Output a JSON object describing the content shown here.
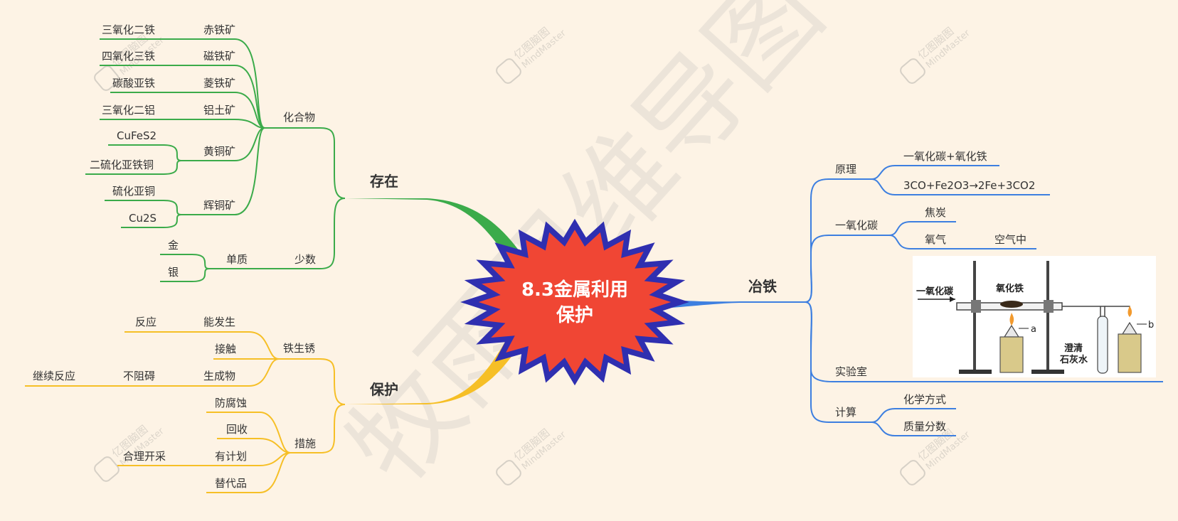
{
  "center": {
    "line1": "8.3金属利用",
    "line2": "保护"
  },
  "colors": {
    "green": "#3bab4a",
    "yellow": "#f6bf26",
    "blue": "#3d7fe0",
    "center_fill": "#f04634",
    "center_stroke": "#2f2fb0"
  },
  "watermark": {
    "big": "牧雨思维导图",
    "brand_cn": "亿图脑图",
    "brand_en": "MindMaster"
  },
  "branches": {
    "cunzai": {
      "label": "存在",
      "huahewu": {
        "label": "化合物",
        "items": [
          {
            "mineral": "赤铁矿",
            "formula": "三氧化二铁"
          },
          {
            "mineral": "磁铁矿",
            "formula": "四氧化三铁"
          },
          {
            "mineral": "菱铁矿",
            "formula": "碳酸亚铁"
          },
          {
            "mineral": "铝土矿",
            "formula": "三氧化二铝"
          }
        ],
        "huangtongkuang": {
          "label": "黄铜矿",
          "a": "CuFeS2",
          "b": "二硫化亚铁铜"
        },
        "huitongkuang": {
          "label": "辉铜矿",
          "a": "硫化亚铜",
          "b": "Cu2S"
        }
      },
      "shaoshu": {
        "label": "少数",
        "danzhi": {
          "label": "单质",
          "a": "金",
          "b": "银"
        }
      }
    },
    "baohu": {
      "label": "保护",
      "tieshengxiu": {
        "label": "铁生锈",
        "nengfasheng": {
          "label": "能发生",
          "child": "反应"
        },
        "jiechu": "接触",
        "shengchengwu": {
          "label": "生成物",
          "child": "不阻碍",
          "grandchild": "继续反应"
        }
      },
      "cuoshi": {
        "label": "措施",
        "fangfushi": "防腐蚀",
        "huishou": "回收",
        "youjihua": {
          "label": "有计划",
          "child": "合理开采"
        },
        "tidaipin": "替代品"
      }
    },
    "yetie": {
      "label": "冶铁",
      "yuanli": {
        "label": "原理",
        "a": "一氧化碳+氧化铁",
        "b": "3CO+Fe2O3→2Fe+3CO2"
      },
      "co": {
        "label": "一氧化碳",
        "a": "焦炭",
        "b": "氧气",
        "b_child": "空气中"
      },
      "shiyanshi": {
        "label": "实验室",
        "image": {
          "in_label": "一氧化碳",
          "tube_label": "氧化铁",
          "lamp_a": "a",
          "lamp_b": "b",
          "water_l1": "澄清",
          "water_l2": "石灰水"
        }
      },
      "jisuan": {
        "label": "计算",
        "a": "化学方式",
        "b": "质量分数"
      }
    }
  }
}
